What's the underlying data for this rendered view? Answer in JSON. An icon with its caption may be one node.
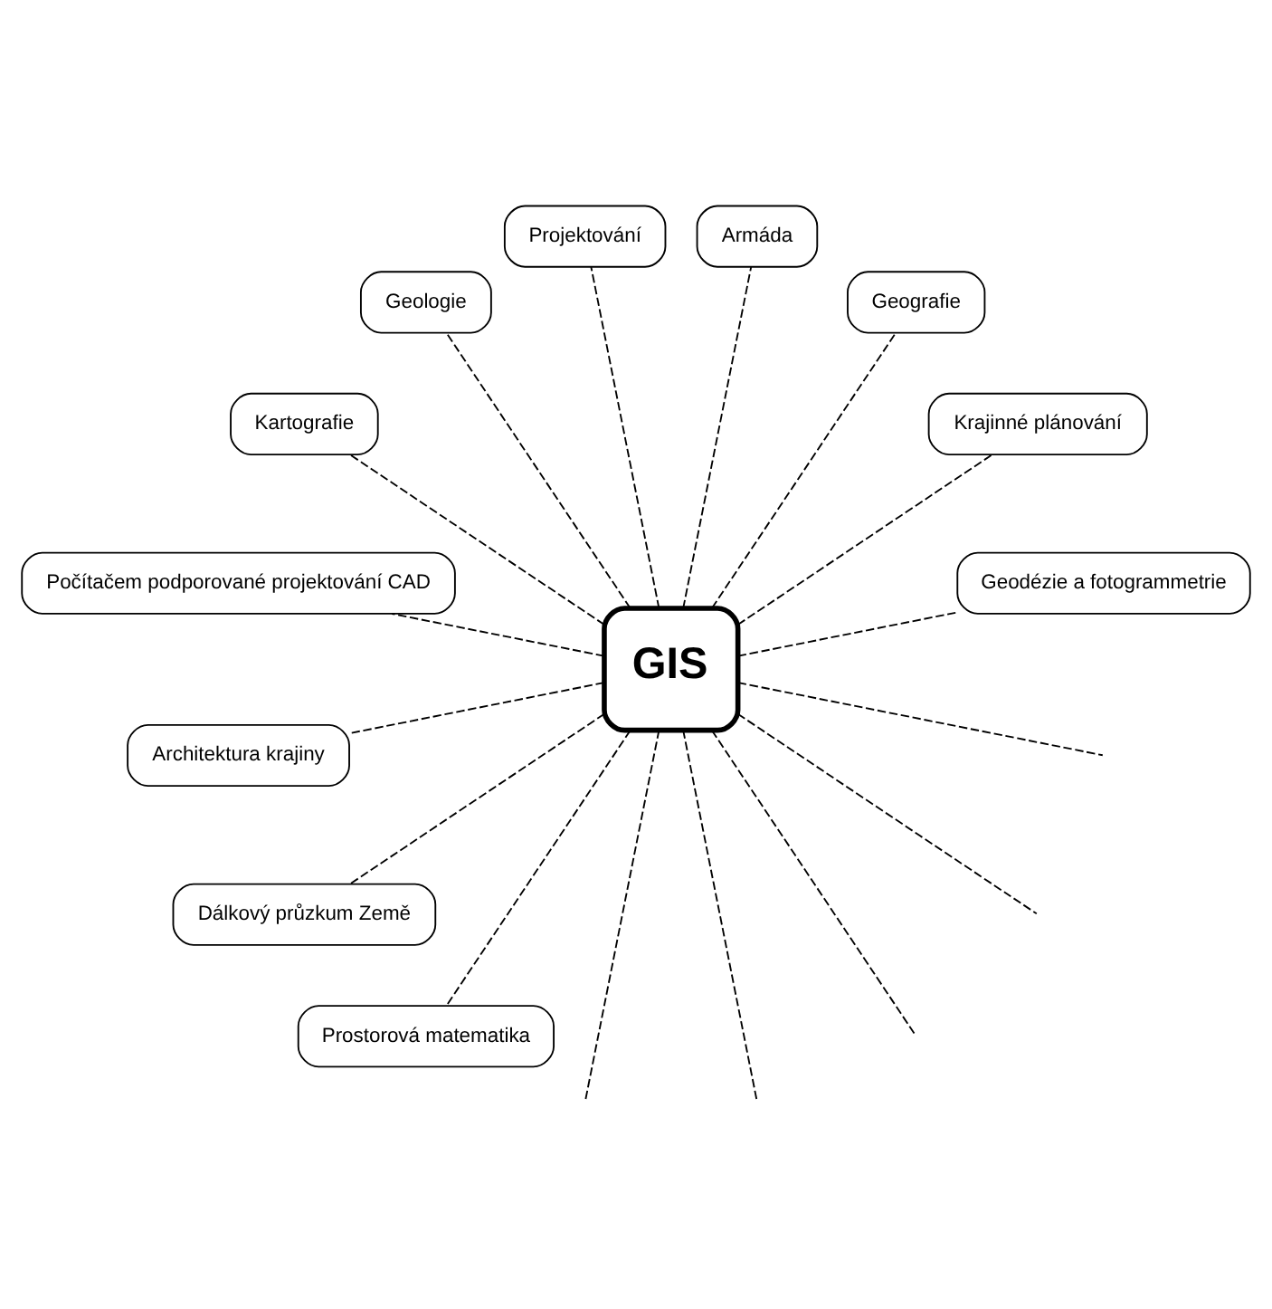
{
  "diagram": {
    "nodes": [
      {
        "text": [
          "GIS"
        ]
      },
      {
        "text": [
          "Geodézie a fotogrammetrie"
        ]
      },
      {
        "text": [
          "Krajinné plánování"
        ]
      },
      {
        "text": [
          "Geografie"
        ]
      },
      {
        "text": [
          "Armáda"
        ]
      },
      {
        "text": [
          "Projektování"
        ]
      },
      {
        "text": [
          "Geologie"
        ]
      },
      {
        "text": [
          "Kartografie"
        ]
      },
      {
        "text": [
          "Počítačem podporované projektování CAD"
        ]
      },
      {
        "text": [
          "Architektura krajiny"
        ]
      },
      {
        "text": [
          "Dálkový průzkum Země"
        ]
      },
      {
        "text": [
          "Prostorová matematika"
        ]
      }
    ],
    "edges": [
      {
        "from": 0,
        "to": 1,
        "arrow": "none",
        "style": "dashed"
      },
      {
        "from": 0,
        "to": 2,
        "arrow": "none",
        "style": "dashed"
      },
      {
        "from": 0,
        "to": 3,
        "arrow": "none",
        "style": "dashed"
      },
      {
        "from": 0,
        "to": 4,
        "arrow": "none",
        "style": "dashed"
      },
      {
        "from": 0,
        "to": 5,
        "arrow": "none",
        "style": "dashed"
      },
      {
        "from": 0,
        "to": 6,
        "arrow": "none",
        "style": "dashed"
      },
      {
        "from": 0,
        "to": 7,
        "arrow": "none",
        "style": "dashed"
      },
      {
        "from": 0,
        "to": 8,
        "arrow": "none",
        "style": "dashed"
      },
      {
        "from": 0,
        "to": 9,
        "arrow": "none",
        "style": "dashed"
      },
      {
        "from": 0,
        "to": 10,
        "arrow": "none",
        "style": "dashed"
      },
      {
        "from": 0,
        "to": 11,
        "arrow": "none",
        "style": "dashed"
      },
      {
        "from": 0,
        "to": null,
        "arrow": "none",
        "style": "dashed"
      },
      {
        "from": 0,
        "to": null,
        "arrow": "none",
        "style": "dashed"
      },
      {
        "from": 0,
        "to": null,
        "arrow": "none",
        "style": "dashed"
      },
      {
        "from": 0,
        "to": null,
        "arrow": "none",
        "style": "dashed"
      },
      {
        "from": 0,
        "to": null,
        "arrow": "none",
        "style": "dashed"
      }
    ]
  }
}
